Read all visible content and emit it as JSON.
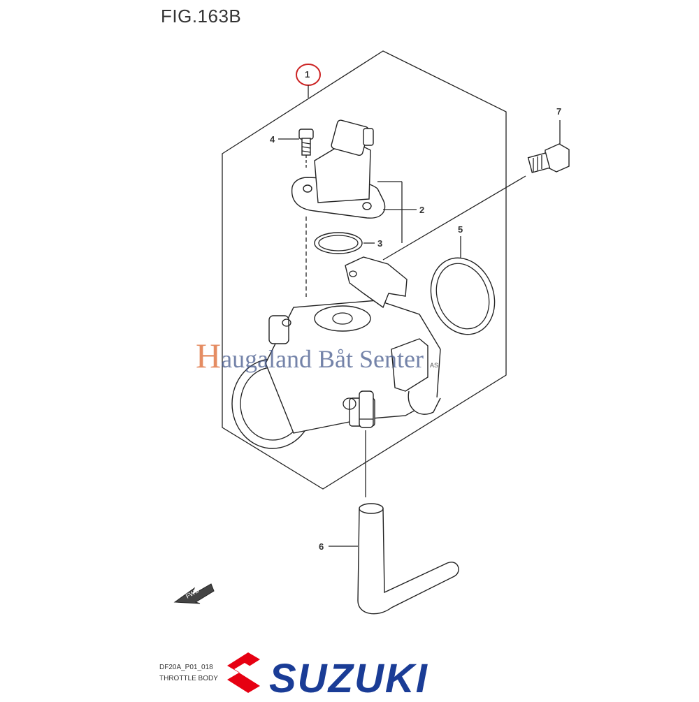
{
  "figure": {
    "title": "FIG.163B"
  },
  "callouts": [
    "1",
    "2",
    "3",
    "4",
    "5",
    "6",
    "7"
  ],
  "highlight_color": "#cc2222",
  "fwd_label": "FWD",
  "watermark": {
    "initial": "H",
    "text": "augaland  Båt Senter",
    "suffix": "AS"
  },
  "footer": {
    "code": "DF20A_P01_018",
    "name": "THROTTLE BODY"
  },
  "brand": {
    "name": "SUZUKI",
    "color": "#1a3c96",
    "logo_color": "#e60012"
  }
}
